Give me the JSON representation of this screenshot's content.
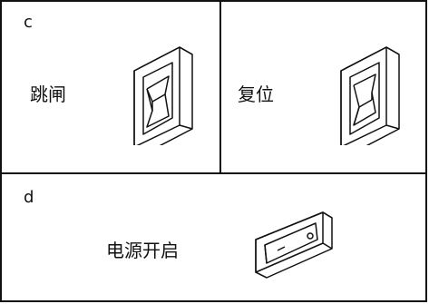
{
  "panels": [
    {
      "letter": "c",
      "left_caption": "跳闸",
      "right_caption": "复位"
    },
    {
      "letter": "d",
      "caption": "电源开启"
    }
  ]
}
